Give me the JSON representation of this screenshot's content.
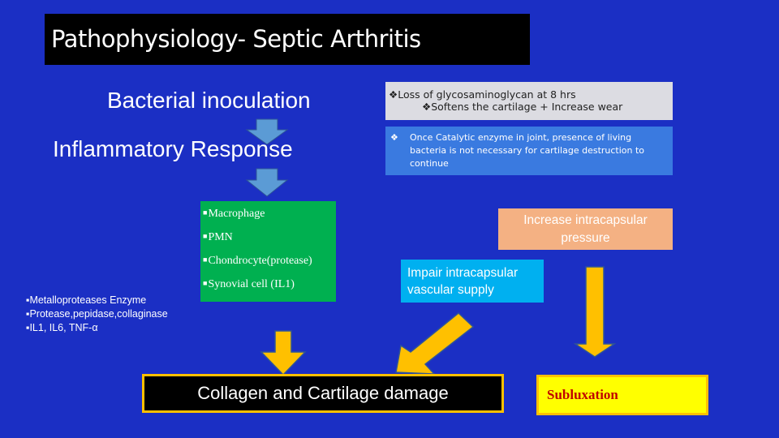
{
  "title": "Pathophysiology- Septic Arthritis",
  "flow": {
    "step1": "Bacterial inoculation",
    "step2": "Inflammatory Response"
  },
  "notes": {
    "box1_line1": "Loss of glycosaminoglycan at 8 hrs",
    "box1_line2": "Softens the cartilage + Increase wear",
    "box2_text": "Once Catalytic enzyme in joint, presence of living bacteria is not necessary for cartilage destruction to continue"
  },
  "cells": {
    "items": [
      "Macrophage",
      "PMN",
      "Chondrocyte(protease)",
      "Synovial cell (IL1)"
    ]
  },
  "mediators": {
    "items": [
      "Metalloproteases Enzyme",
      "Protease,pepidase,collaginase",
      "IL1, IL6, TNF-α"
    ]
  },
  "pressure": "Increase intracapsular pressure",
  "impair": "Impair intracapsular vascular supply",
  "outcome": "Collagen and Cartilage damage",
  "subluxation": "Subluxation",
  "colors": {
    "background": "#1b2fc4",
    "arrow_fill": "#ffc000",
    "down_arrow": "#5b9bd5",
    "green": "#00b050",
    "cyan": "#00b0f0",
    "salmon": "#f4b183",
    "sublux_text": "#c00000"
  }
}
